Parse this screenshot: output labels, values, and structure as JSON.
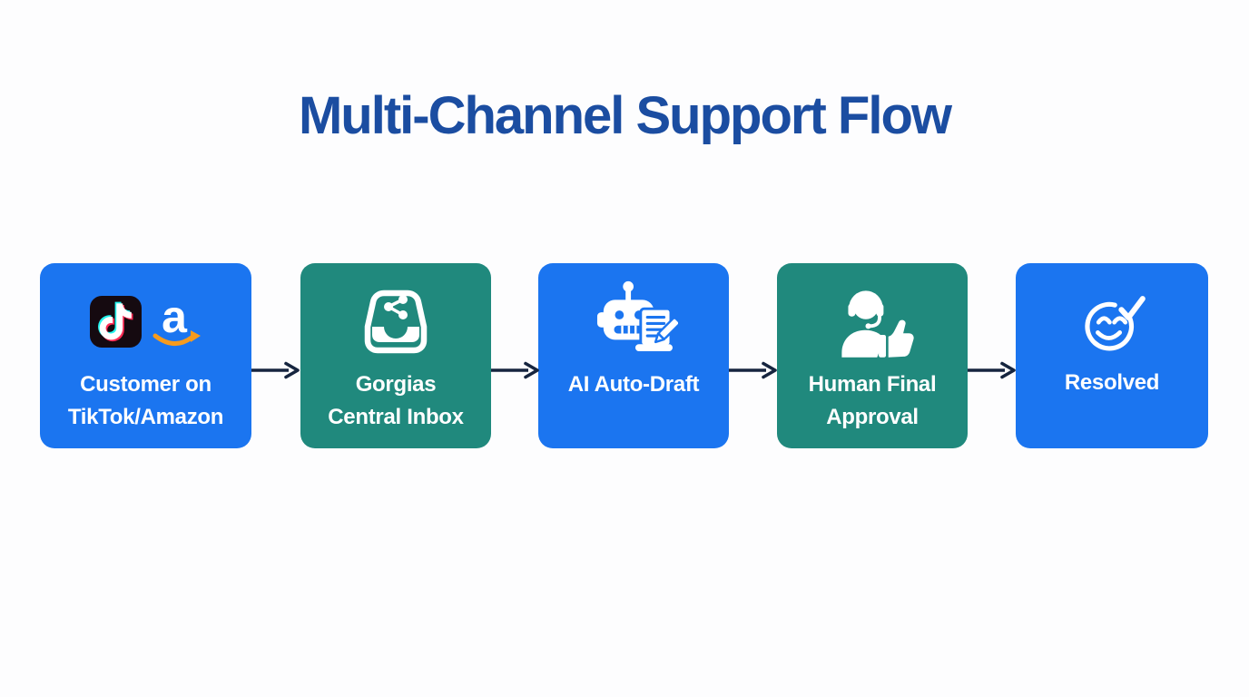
{
  "title": "Multi-Channel Support Flow",
  "flow": {
    "direction": "left-to-right",
    "steps": [
      {
        "label": "Customer on\nTikTok/Amazon",
        "icons": [
          "tiktok-icon",
          "amazon-icon"
        ],
        "color": "#1b75f0"
      },
      {
        "label": "Gorgias\nCentral Inbox",
        "icons": [
          "inbox-share-icon"
        ],
        "color": "#20897d"
      },
      {
        "label": "AI Auto-Draft",
        "icons": [
          "robot-draft-icon"
        ],
        "color": "#1b75f0"
      },
      {
        "label": "Human Final\nApproval",
        "icons": [
          "support-agent-thumbs-up-icon"
        ],
        "color": "#20897d"
      },
      {
        "label": "Resolved",
        "icons": [
          "smiley-check-icon"
        ],
        "color": "#1b75f0"
      }
    ],
    "connector": "arrow-right"
  },
  "colors": {
    "step_blue": "#1b75f0",
    "step_teal": "#20897d",
    "title_blue": "#1b4da1",
    "arrow_navy": "#16253f",
    "amazon_orange": "#f79b1d",
    "tiktok_cyan": "#25f4ee",
    "tiktok_red": "#fe2c55",
    "tiktok_black": "#150a10",
    "bg": "#fdfdfe"
  }
}
